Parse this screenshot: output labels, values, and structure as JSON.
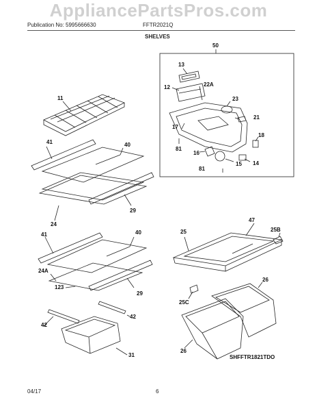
{
  "watermark": "AppliancePartsPros.com",
  "header": {
    "publication_label": "Publication No: 5995666630",
    "model": "FFTR2021Q",
    "section_title": "SHELVES"
  },
  "diagram_ref": "SHFFTR1821TDO",
  "callouts": {
    "c50": "50",
    "c13": "13",
    "c12": "12",
    "c22a": "22A",
    "c23": "23",
    "c17": "17",
    "c21": "21",
    "c18": "18",
    "c81a": "81",
    "c16": "16",
    "c15": "15",
    "c14": "14",
    "c81b": "81",
    "c11": "11",
    "c41a": "41",
    "c40a": "40",
    "c29a": "29",
    "c24": "24",
    "c41b": "41",
    "c40b": "40",
    "c24a": "24A",
    "c123": "123",
    "c29b": "29",
    "c42a": "42",
    "c42b": "42",
    "c31": "31",
    "c47": "47",
    "c25": "25",
    "c25b": "25B",
    "c26a": "26",
    "c25c": "25C",
    "c26b": "26"
  },
  "footer": {
    "date": "04/17",
    "page": "6"
  }
}
